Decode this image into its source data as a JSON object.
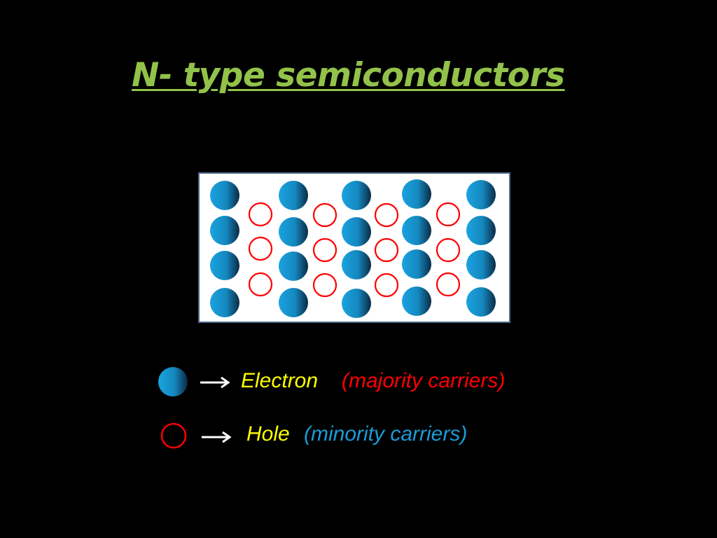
{
  "slide": {
    "title": "N- type semiconductors",
    "title_color": "#92c24a"
  },
  "lattice": {
    "electron_color": "#1a9bd7",
    "hole_color": "#ff0000",
    "electron_columns": [
      {
        "count": 4
      },
      {
        "count": 4
      },
      {
        "count": 4
      },
      {
        "count": 4
      },
      {
        "count": 4
      }
    ],
    "hole_columns": [
      {
        "count": 3
      },
      {
        "count": 3
      },
      {
        "count": 3
      },
      {
        "count": 3
      }
    ]
  },
  "legend": {
    "electron": {
      "icon": "filled-blue-circle",
      "arrow": "right-arrow",
      "label": "Electron",
      "label_color": "#ffff00",
      "note": "(majority carriers)",
      "note_color": "#ff0000"
    },
    "hole": {
      "icon": "hollow-red-circle",
      "arrow": "right-arrow",
      "label": "Hole",
      "label_color": "#ffff00",
      "note": "(minority carriers)",
      "note_color": "#1a9bd7"
    }
  }
}
